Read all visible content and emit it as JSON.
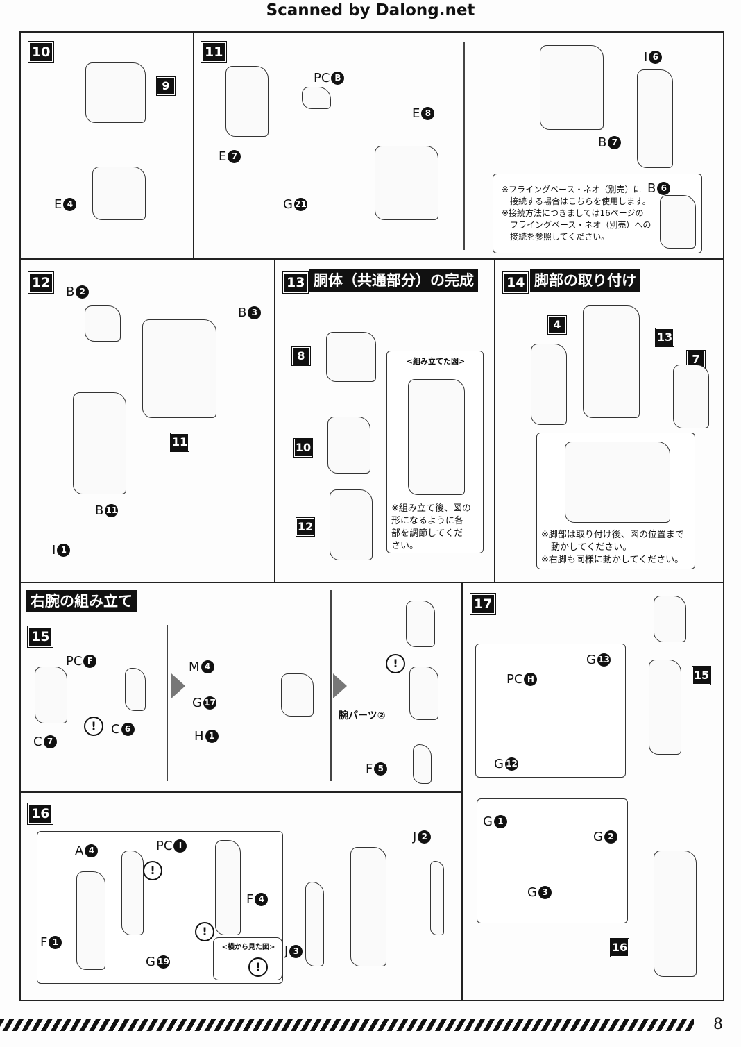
{
  "header": {
    "scan_credit": "Scanned by Dalong.net"
  },
  "steps": {
    "s10": "10",
    "s11": "11",
    "s12": "12",
    "s13": "13",
    "s14": "14",
    "s15": "15",
    "s16": "16",
    "s17": "17"
  },
  "titles": {
    "s13": "胴体（共通部分）の完成",
    "s14": "脚部の取り付け",
    "right_arm": "右腕の組み立て"
  },
  "refs": {
    "r9": "9",
    "r11": "11",
    "r8": "8",
    "r10": "10",
    "r12": "12",
    "r4": "4",
    "r13": "13",
    "r7": "7",
    "r15": "15",
    "r16": "16"
  },
  "parts": {
    "p10_E4": {
      "l": "E",
      "n": "4"
    },
    "p11_PCB": {
      "l": "PC",
      "n": "B"
    },
    "p11_E8": {
      "l": "E",
      "n": "8"
    },
    "p11_E7": {
      "l": "E",
      "n": "7"
    },
    "p11_G21": {
      "l": "G",
      "n": "21"
    },
    "p11_I6": {
      "l": "I",
      "n": "6"
    },
    "p11_B7": {
      "l": "B",
      "n": "7"
    },
    "p11_B6": {
      "l": "B",
      "n": "6"
    },
    "p12_B2": {
      "l": "B",
      "n": "2"
    },
    "p12_B3": {
      "l": "B",
      "n": "3"
    },
    "p12_B11": {
      "l": "B",
      "n": "11"
    },
    "p12_I1": {
      "l": "I",
      "n": "1"
    },
    "p15_PCF": {
      "l": "PC",
      "n": "F"
    },
    "p15_C7": {
      "l": "C",
      "n": "7"
    },
    "p15_C6": {
      "l": "C",
      "n": "6"
    },
    "p15_M4": {
      "l": "M",
      "n": "4"
    },
    "p15_G17": {
      "l": "G",
      "n": "17"
    },
    "p15_H1": {
      "l": "H",
      "n": "1"
    },
    "p15_F5": {
      "l": "F",
      "n": "5"
    },
    "p16_A4": {
      "l": "A",
      "n": "4"
    },
    "p16_PCI": {
      "l": "PC",
      "n": "I"
    },
    "p16_F4": {
      "l": "F",
      "n": "4"
    },
    "p16_F1": {
      "l": "F",
      "n": "1"
    },
    "p16_G19": {
      "l": "G",
      "n": "19"
    },
    "p16_J2": {
      "l": "J",
      "n": "2"
    },
    "p16_J3": {
      "l": "J",
      "n": "3"
    },
    "p17_G13": {
      "l": "G",
      "n": "13"
    },
    "p17_PCH": {
      "l": "PC",
      "n": "H"
    },
    "p17_G12": {
      "l": "G",
      "n": "12"
    },
    "p17_G1": {
      "l": "G",
      "n": "1"
    },
    "p17_G2": {
      "l": "G",
      "n": "2"
    },
    "p17_G3": {
      "l": "G",
      "n": "3"
    }
  },
  "notes": {
    "s11": [
      "※フライングベース・ネオ（別売）に",
      "接続する場合はこちらを使用します。",
      "※接続方法につきましては16ページの",
      "フライングベース・ネオ（別売）への",
      "接続を参照してください。"
    ],
    "s13_caption": "<組み立てた図>",
    "s13": [
      "※組み立て後、図の",
      "形になるように各",
      "部を調節してくだ",
      "さい。"
    ],
    "s14": [
      "※脚部は取り付け後、図の位置まで",
      "動かしてください。",
      "※右脚も同様に動かしてください。"
    ],
    "s15_arm_part": "腕パーツ②",
    "s16_side_view": "<横から見た図>",
    "warn": "!"
  },
  "footer": {
    "page_number": "8"
  }
}
